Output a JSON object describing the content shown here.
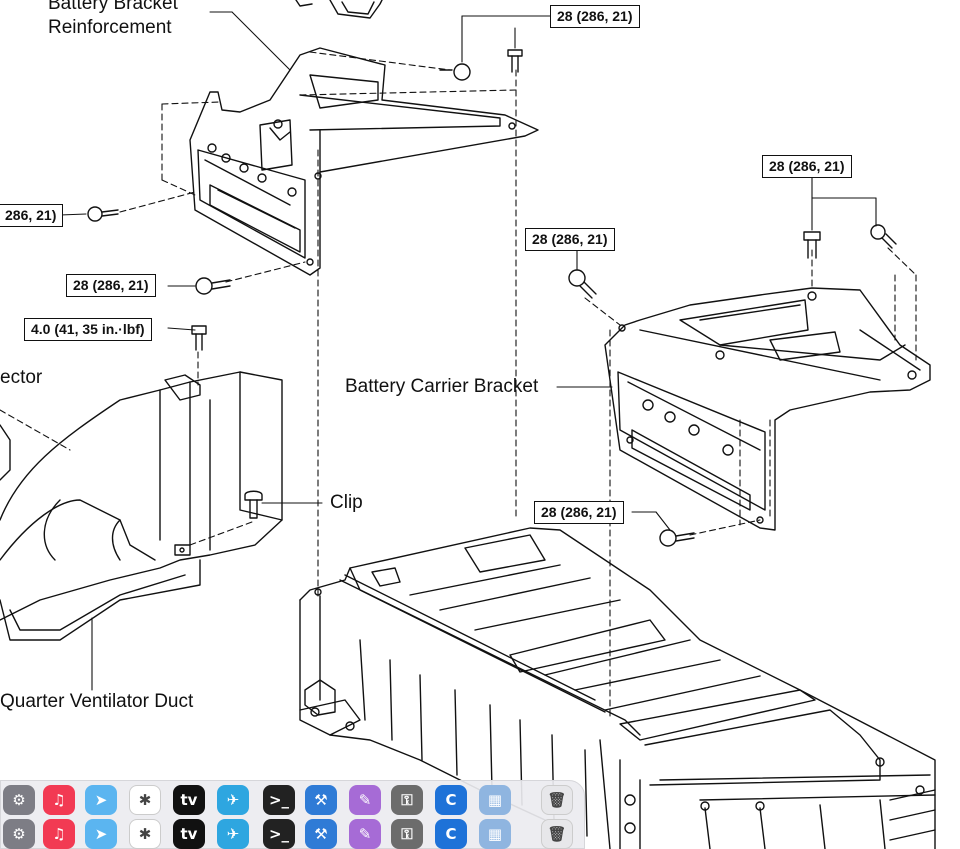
{
  "labels": {
    "battery_bracket_reinforcement": [
      "Battery Bracket",
      "Reinforcement"
    ],
    "battery_carrier_bracket": "Battery Carrier Bracket",
    "clip": "Clip",
    "connector_partial": "ector",
    "quarter_ventilator_duct": "Quarter Ventilator Duct"
  },
  "torque_specs": {
    "top_right_bolt": "28 (286, 21)",
    "left_upper_bolt": "286, 21)",
    "left_lower_bolt": "28 (286, 21)",
    "duct_bolt": "4.0 (41, 35 in.·lbf)",
    "carrier_left_bolt": "28 (286, 21)",
    "carrier_top_bolts": "28 (286, 21)",
    "carrier_lower_bolt": "28 (286, 21)"
  },
  "dock": {
    "apps": [
      {
        "name": "System Preferences",
        "icon": "gear-icon",
        "color": "#7d7d85"
      },
      {
        "name": "Music",
        "icon": "music-note-icon",
        "color": "#f23a53"
      },
      {
        "name": "Maps",
        "icon": "map-icon",
        "color": "#5bb5f0"
      },
      {
        "name": "Slack",
        "icon": "slack-icon",
        "color": "#ffffff"
      },
      {
        "name": "Apple TV",
        "icon": "tv-icon",
        "color": "#111111"
      },
      {
        "name": "Telegram",
        "icon": "paper-plane-icon",
        "color": "#2ea6e0"
      },
      {
        "name": "Terminal",
        "icon": "terminal-icon",
        "color": "#222222"
      },
      {
        "name": "Xcode",
        "icon": "hammer-icon",
        "color": "#2f7bd6"
      },
      {
        "name": "Paintbrush",
        "icon": "brush-icon",
        "color": "#a66bd6"
      },
      {
        "name": "Keychain Access",
        "icon": "key-icon",
        "color": "#6c6c6c"
      },
      {
        "name": "Cursor",
        "icon": "c-icon",
        "color": "#1e72d8"
      },
      {
        "name": "Preview",
        "icon": "photo-icon",
        "color": "#8fb5e0"
      },
      {
        "name": "Trash",
        "icon": "trash-icon",
        "color": "#e7e7ea"
      }
    ],
    "glyphs": [
      "⚙",
      "♫",
      "➤",
      "✱",
      "tv",
      "✈",
      ">_",
      "⚒",
      "✎",
      "⚿",
      "C",
      "▦",
      "🗑"
    ]
  }
}
